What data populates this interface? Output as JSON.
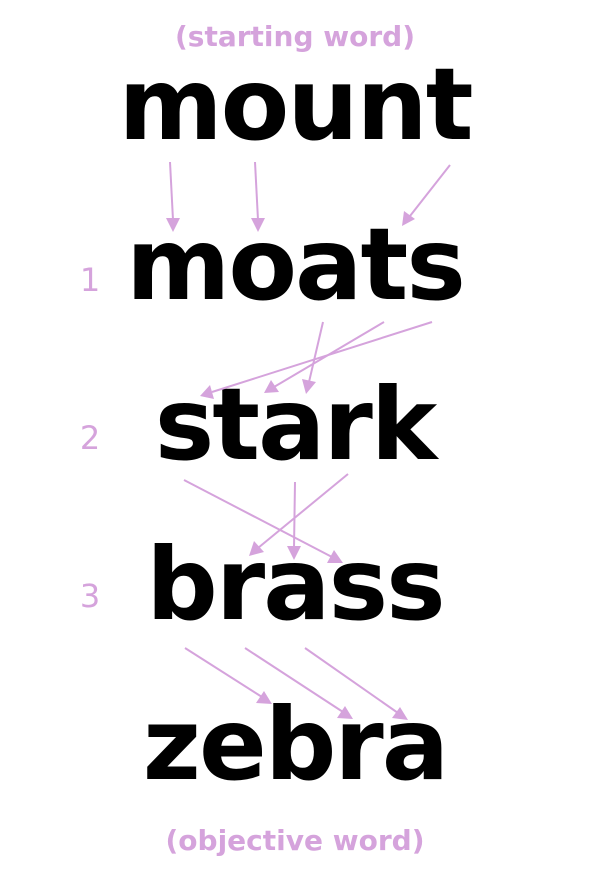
{
  "top_caption": "(starting word)",
  "bottom_caption": "(objective word)",
  "words": [
    "mount",
    "moats",
    "stark",
    "brass",
    "zebra"
  ],
  "steps": [
    "1",
    "2",
    "3"
  ],
  "accent_color": "#d5a3dc",
  "text_color": "#000000"
}
